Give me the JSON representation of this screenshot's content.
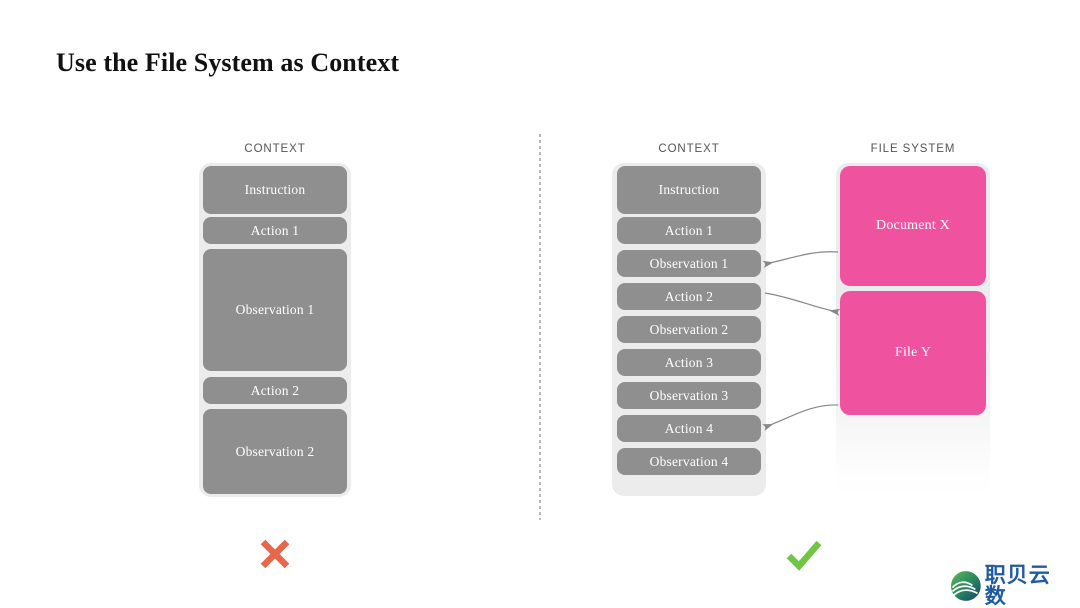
{
  "slide": {
    "title": "Use the File System as Context"
  },
  "left_panel": {
    "label": "CONTEXT",
    "blocks": [
      {
        "text": "Instruction",
        "height": 48
      },
      {
        "text": "Action 1",
        "height": 27
      },
      {
        "text": "Observation 1",
        "height": 122
      },
      {
        "text": "Action 2",
        "height": 27
      },
      {
        "text": "Observation 2",
        "height": 85
      }
    ]
  },
  "right_panel": {
    "label": "CONTEXT",
    "blocks": [
      {
        "text": "Instruction",
        "height": 48
      },
      {
        "text": "Action 1",
        "height": 27
      },
      {
        "text": "Observation 1",
        "height": 27
      },
      {
        "text": "Action 2",
        "height": 27
      },
      {
        "text": "Observation 2",
        "height": 27
      },
      {
        "text": "Action 3",
        "height": 27
      },
      {
        "text": "Observation 3",
        "height": 27
      },
      {
        "text": "Action 4",
        "height": 27
      },
      {
        "text": "Observation 4",
        "height": 27
      }
    ]
  },
  "file_system_panel": {
    "label": "FILE SYSTEM",
    "files": [
      {
        "text": "Document X",
        "height": 120
      },
      {
        "text": "File Y",
        "height": 124
      }
    ]
  },
  "arrows": [
    {
      "name": "document-x-to-observation-1",
      "direction": "left"
    },
    {
      "name": "action-2-to-file-y",
      "direction": "right"
    },
    {
      "name": "file-y-to-action-4",
      "direction": "left"
    }
  ],
  "verdicts": {
    "left": {
      "icon": "cross-mark-icon",
      "color": "#e8664a"
    },
    "right": {
      "icon": "check-mark-icon",
      "color": "#72c443"
    }
  },
  "logo": {
    "icon": "wave-circle-logo-icon",
    "text": "职贝云数",
    "colors": {
      "green": "#3f9c35",
      "blue": "#134a7e",
      "text": "#1f5aa6"
    }
  },
  "colors": {
    "block_gray": "#8f8f8f",
    "panel_gray": "#ececec",
    "pink": "#ef53a0",
    "label_gray": "#555555",
    "arrow_gray": "#888888"
  }
}
